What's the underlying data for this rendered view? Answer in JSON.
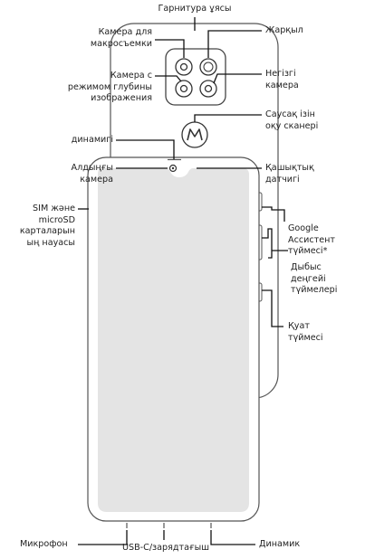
{
  "labels": {
    "headset": "Гарнитура ұясы",
    "macro_camera": [
      "Камера для",
      "макросъемки"
    ],
    "flash": "Жарқыл",
    "depth_camera": [
      "Камера с",
      "режимом глубины",
      "изображения"
    ],
    "main_camera": [
      "Негізгі",
      "камера"
    ],
    "fingerprint": [
      "Саусақ ізін",
      "оқу сканері"
    ],
    "earpiece": "динамигі",
    "front_camera": [
      "Алдыңғы",
      "камера"
    ],
    "proximity": [
      "Қашықтық",
      "датчигі"
    ],
    "sim_tray": [
      "SIM және",
      "microSD",
      "карталарын",
      "ың науасы"
    ],
    "google_assistant": [
      "Google",
      "Ассистент",
      "түймесі*"
    ],
    "volume": [
      "Дыбыс",
      "деңгейі",
      "түймелері"
    ],
    "power": [
      "Қуат",
      "түймесі"
    ],
    "microphone": "Микрофон",
    "usb": "USB-C/зарядтағыш",
    "speaker": "Динамик"
  },
  "logo_icon": "motorola-logo-icon",
  "colors": {
    "screen": "#e4e4e4",
    "outline": "#555555",
    "leader": "#111111"
  }
}
